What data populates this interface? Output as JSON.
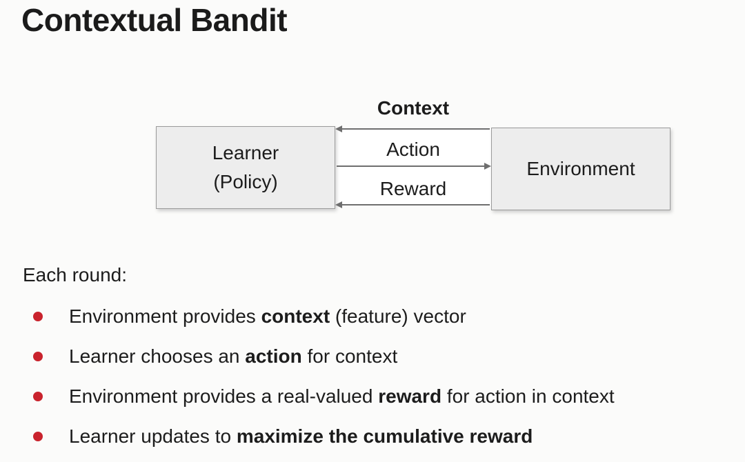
{
  "title": "Contextual Bandit",
  "diagram": {
    "context_label": "Context",
    "learner_line1": "Learner",
    "learner_line2": "(Policy)",
    "environment_label": "Environment",
    "action_label": "Action",
    "reward_label": "Reward",
    "arrows": [
      {
        "name": "context",
        "direction": "left",
        "from": "environment",
        "to": "learner"
      },
      {
        "name": "action",
        "direction": "right",
        "from": "learner",
        "to": "environment"
      },
      {
        "name": "reward",
        "direction": "left",
        "from": "environment",
        "to": "learner"
      }
    ]
  },
  "each_round_label": "Each round:",
  "bullets": [
    {
      "pre": "Environment provides ",
      "bold": "context",
      "post": " (feature) vector"
    },
    {
      "pre": "Learner chooses an ",
      "bold": "action",
      "post": " for context"
    },
    {
      "pre": "Environment provides a real-valued ",
      "bold": "reward",
      "post": " for action in context"
    },
    {
      "pre": "Learner updates to ",
      "bold": "maximize the cumulative reward",
      "post": ""
    }
  ],
  "colors": {
    "bullet_red": "#c9232d",
    "box_fill": "#ededed",
    "box_border": "#9a9a9a",
    "arrow_gray": "#6e6e6e",
    "text": "#1c1c1c",
    "background": "#fbfbfa"
  }
}
